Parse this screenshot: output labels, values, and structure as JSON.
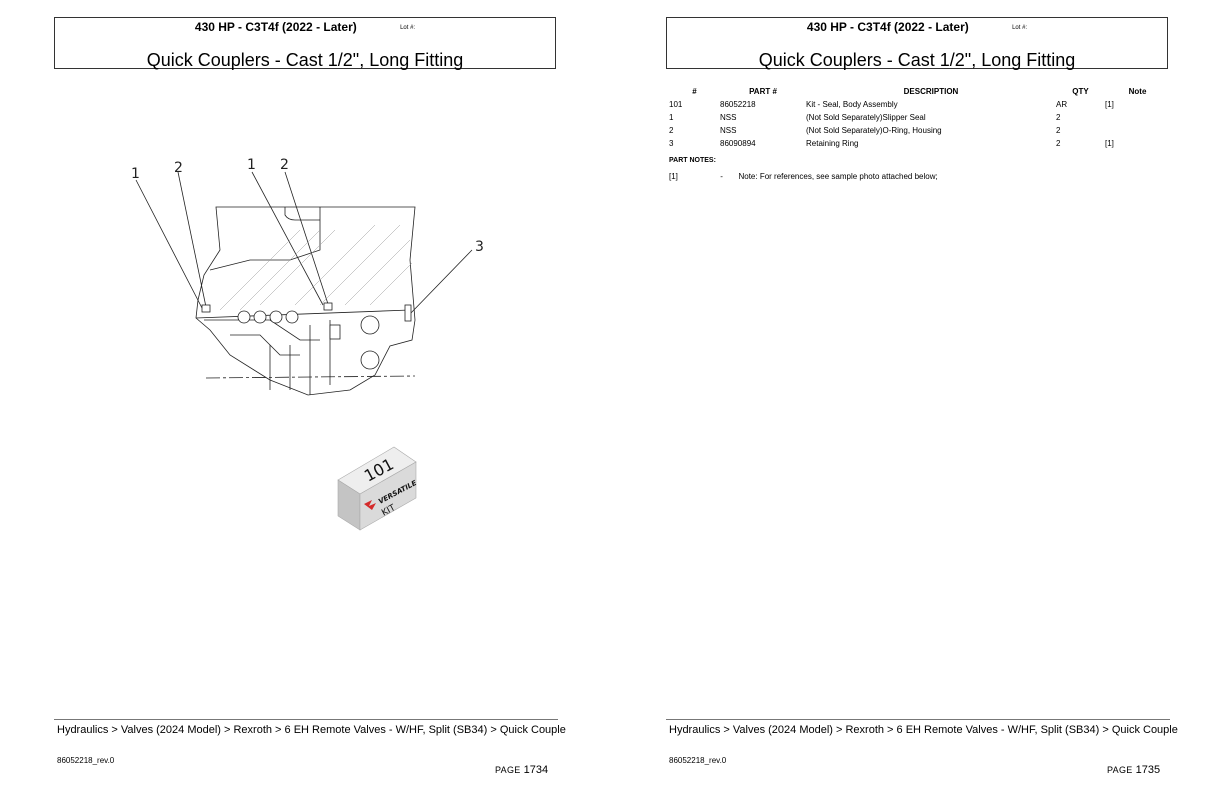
{
  "pages": [
    {
      "header": {
        "model": "430 HP - C3T4f (2022 - Later)",
        "lot_label": "Lot #:",
        "title": "Quick Couplers - Cast 1/2\", Long Fitting"
      },
      "diagram": {
        "callouts": [
          "1",
          "2",
          "1",
          "2",
          "3"
        ],
        "kit": {
          "number": "101",
          "brand": "VERSATILE",
          "label": "KIT"
        }
      },
      "footer": {
        "breadcrumb": "Hydraulics > Valves (2024 Model) > Rexroth > 6 EH Remote Valves - W/HF, Split (SB34) > Quick Couple",
        "doc_id": "86052218_rev.0",
        "page_label": "Page",
        "page_number": "1734"
      }
    },
    {
      "header": {
        "model": "430 HP - C3T4f (2022 - Later)",
        "lot_label": "Lot #:",
        "title": "Quick Couplers - Cast 1/2\", Long Fitting"
      },
      "table": {
        "columns": [
          "#",
          "PART #",
          "DESCRIPTION",
          "QTY",
          "Note"
        ],
        "rows": [
          {
            "num": "101",
            "part": "86052218",
            "desc": "Kit - Seal, Body Assembly",
            "qty": "AR",
            "note": "[1]"
          },
          {
            "num": "1",
            "part": "NSS",
            "desc": "(Not Sold Separately)Slipper Seal",
            "qty": "2",
            "note": ""
          },
          {
            "num": "2",
            "part": "NSS",
            "desc": "(Not Sold Separately)O-Ring, Housing",
            "qty": "2",
            "note": ""
          },
          {
            "num": "3",
            "part": "86090894",
            "desc": "Retaining Ring",
            "qty": "2",
            "note": "[1]"
          }
        ]
      },
      "part_notes": {
        "heading": "PART NOTES:",
        "items": [
          {
            "ref": "[1]",
            "dash": "-",
            "text": "Note: For references, see sample photo attached below;"
          }
        ]
      },
      "footer": {
        "breadcrumb": "Hydraulics > Valves (2024 Model) > Rexroth > 6 EH Remote Valves - W/HF, Split (SB34) > Quick Couple",
        "doc_id": "86052218_rev.0",
        "page_label": "Page",
        "page_number": "1735"
      }
    }
  ],
  "colors": {
    "kit_logo": "#d42a2a",
    "kit_box": "#d9d9d9",
    "rule": "#777777"
  }
}
